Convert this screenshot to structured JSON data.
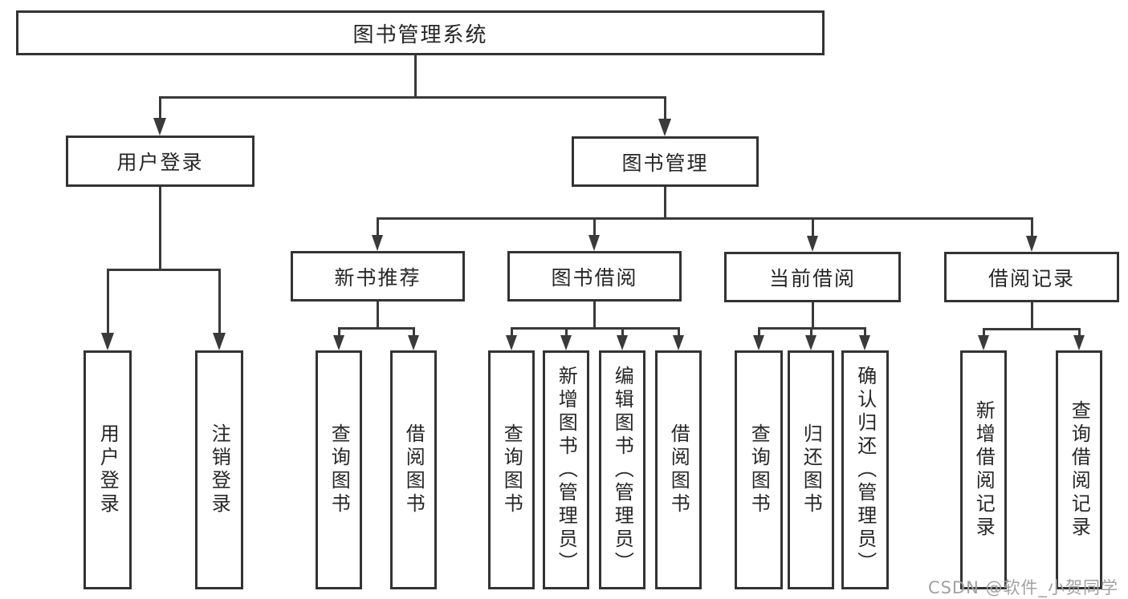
{
  "diagram": {
    "title": "图书管理系统",
    "tree": {
      "root": {
        "label": "图书管理系统",
        "children": [
          {
            "label": "用户登录",
            "children": [
              {
                "label": "用户登录"
              },
              {
                "label": "注销登录"
              }
            ]
          },
          {
            "label": "图书管理",
            "children": [
              {
                "label": "新书推荐",
                "children": [
                  {
                    "label": "查询图书"
                  },
                  {
                    "label": "借阅图书"
                  }
                ]
              },
              {
                "label": "图书借阅",
                "children": [
                  {
                    "label": "查询图书"
                  },
                  {
                    "label": "新增图书（管理员）"
                  },
                  {
                    "label": "编辑图书（管理员）"
                  },
                  {
                    "label": "借阅图书"
                  }
                ]
              },
              {
                "label": "当前借阅",
                "children": [
                  {
                    "label": "查询图书"
                  },
                  {
                    "label": "归还图书"
                  },
                  {
                    "label": "确认归还（管理员）"
                  }
                ]
              },
              {
                "label": "借阅记录",
                "children": [
                  {
                    "label": "新增借阅记录"
                  },
                  {
                    "label": "查询借阅记录"
                  }
                ]
              }
            ]
          }
        ]
      }
    }
  },
  "watermark": {
    "text": "CSDN @软件_小贺同学"
  },
  "colors": {
    "line": "#3a3a3a",
    "box_border": "#333333",
    "text": "#262626",
    "watermark": "#a1a1a1",
    "background": "#ffffff"
  }
}
